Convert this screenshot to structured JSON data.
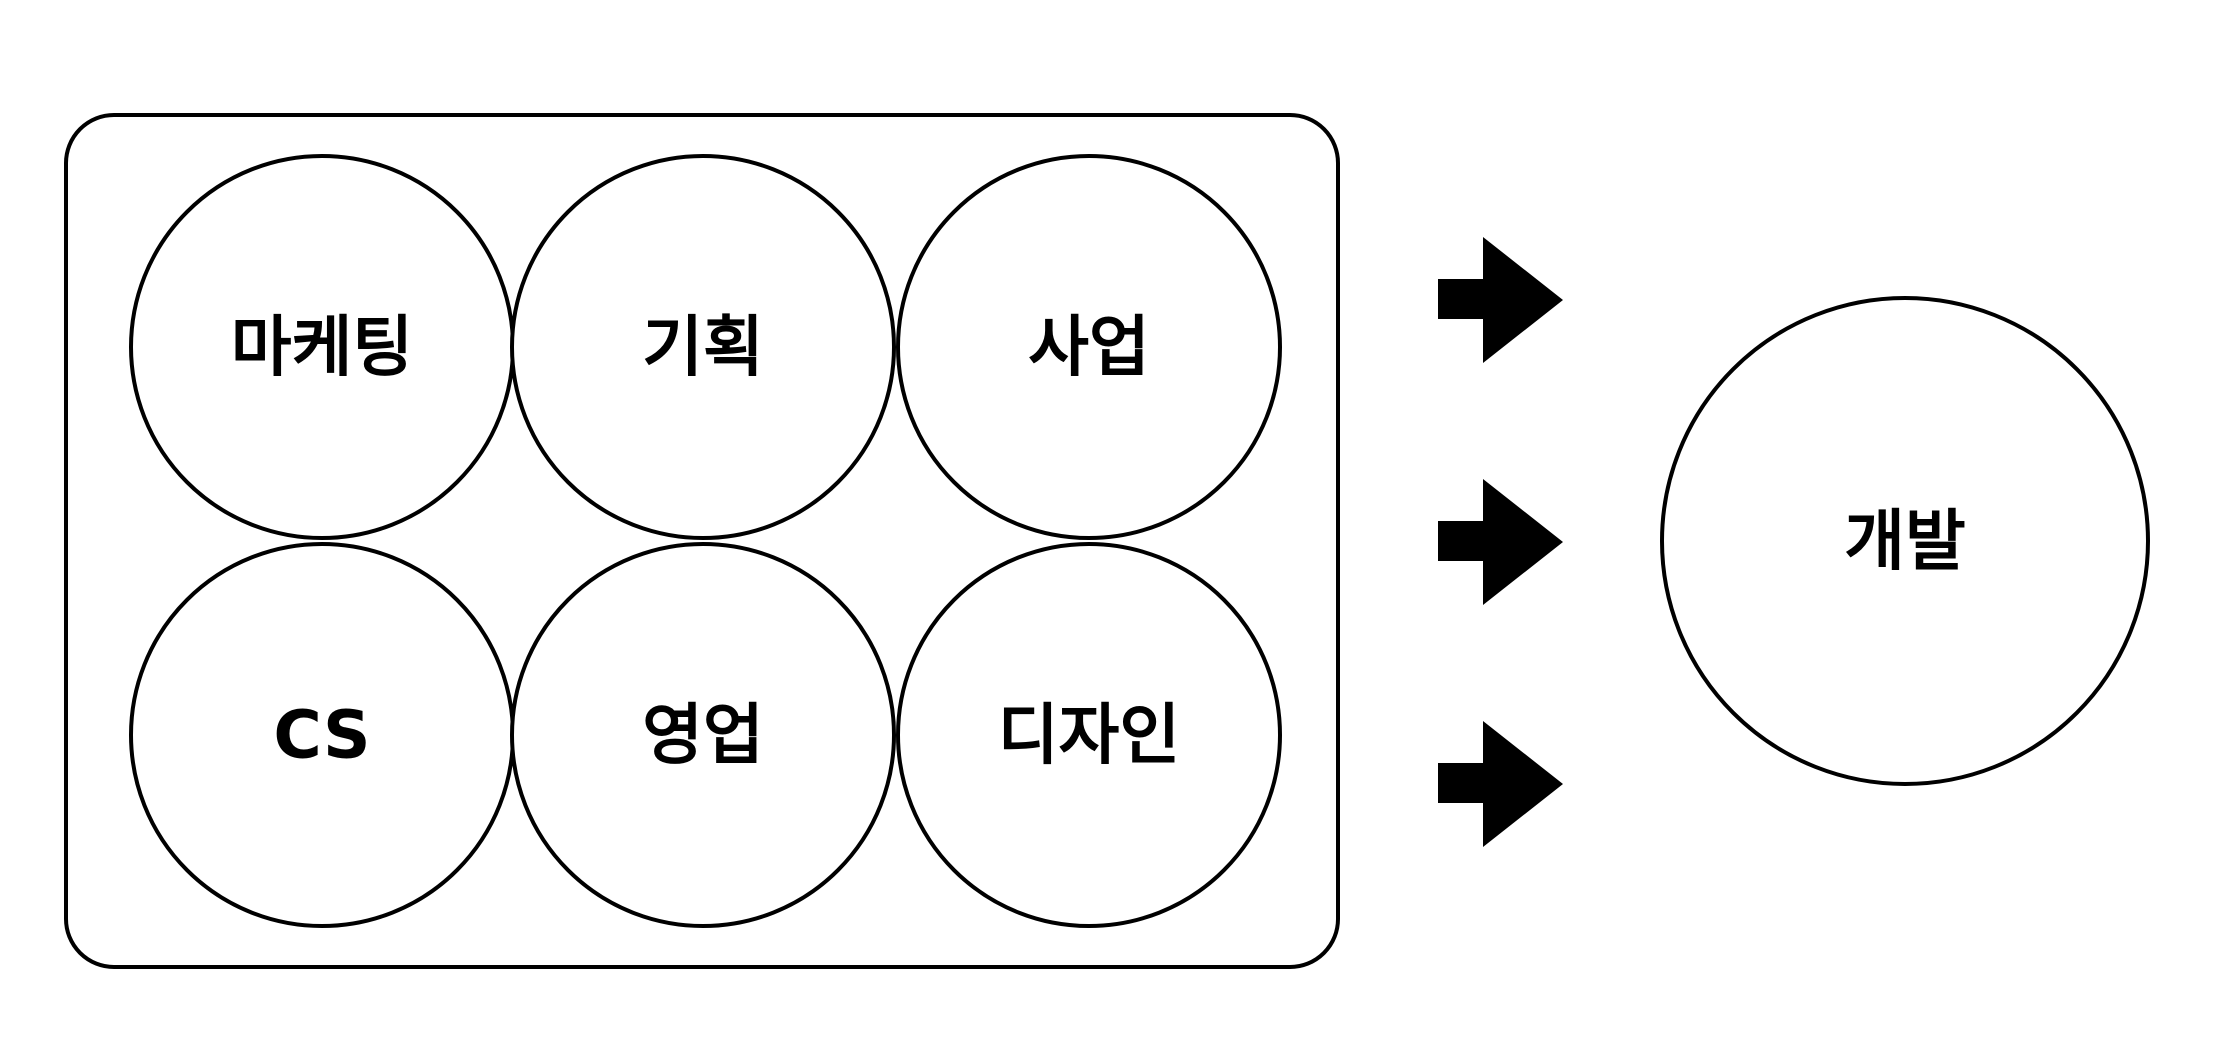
{
  "source_group": {
    "teams": [
      {
        "label": "마케팅"
      },
      {
        "label": "기획"
      },
      {
        "label": "사업"
      },
      {
        "label": "CS"
      },
      {
        "label": "영업"
      },
      {
        "label": "디자인"
      }
    ]
  },
  "target": {
    "label": "개발"
  },
  "colors": {
    "stroke": "#000000",
    "fill": "#ffffff",
    "arrow": "#000000"
  }
}
